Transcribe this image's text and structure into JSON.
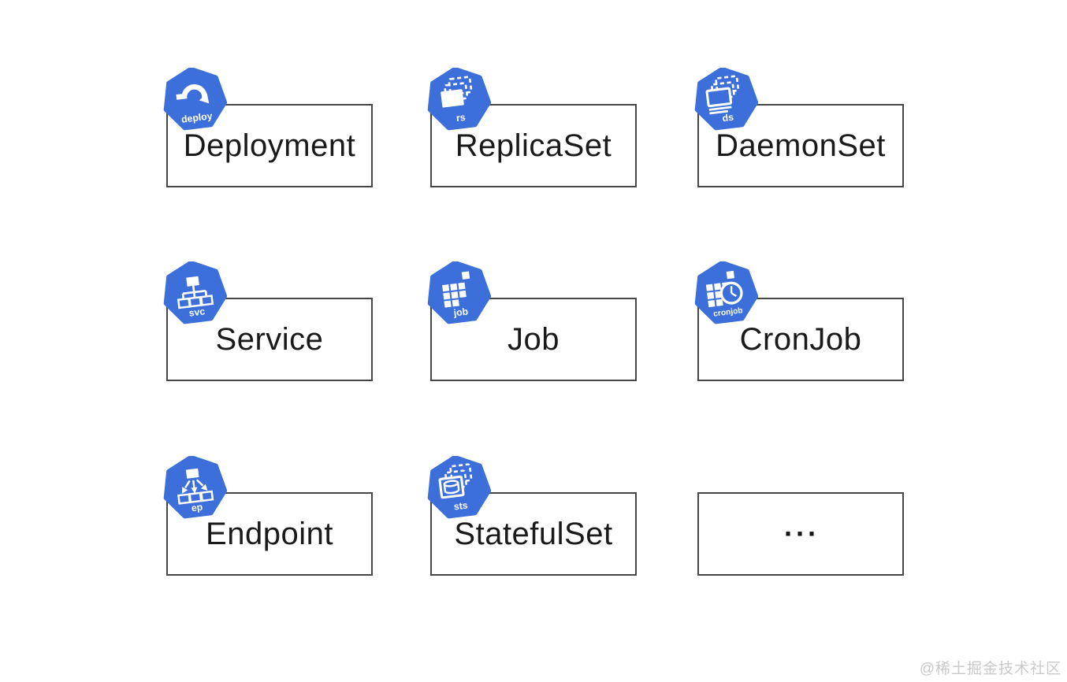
{
  "page": {
    "title": "Kubernetes workload resources diagram",
    "watermark": "@稀土掘金技术社区",
    "background": "#ffffff"
  },
  "colors": {
    "kubernetes_blue": "#3C6FDA",
    "box_border": "#464646",
    "label_text": "#1a1a1a",
    "watermark_text": "#c9c9c9",
    "icon_glyph": "#ffffff"
  },
  "cards": [
    {
      "name": "deployment",
      "label": "Deployment",
      "badge": "deploy",
      "icon": "deployment-icon"
    },
    {
      "name": "replicaset",
      "label": "ReplicaSet",
      "badge": "rs",
      "icon": "replicaset-icon"
    },
    {
      "name": "daemonset",
      "label": "DaemonSet",
      "badge": "ds",
      "icon": "daemonset-icon"
    },
    {
      "name": "service",
      "label": "Service",
      "badge": "svc",
      "icon": "service-icon"
    },
    {
      "name": "job",
      "label": "Job",
      "badge": "job",
      "icon": "job-icon"
    },
    {
      "name": "cronjob",
      "label": "CronJob",
      "badge": "cronjob",
      "icon": "cronjob-icon"
    },
    {
      "name": "endpoint",
      "label": "Endpoint",
      "badge": "ep",
      "icon": "endpoint-icon"
    },
    {
      "name": "statefulset",
      "label": "StatefulSet",
      "badge": "sts",
      "icon": "statefulset-icon"
    },
    {
      "name": "more",
      "label": "···",
      "badge": null,
      "icon": null
    }
  ]
}
